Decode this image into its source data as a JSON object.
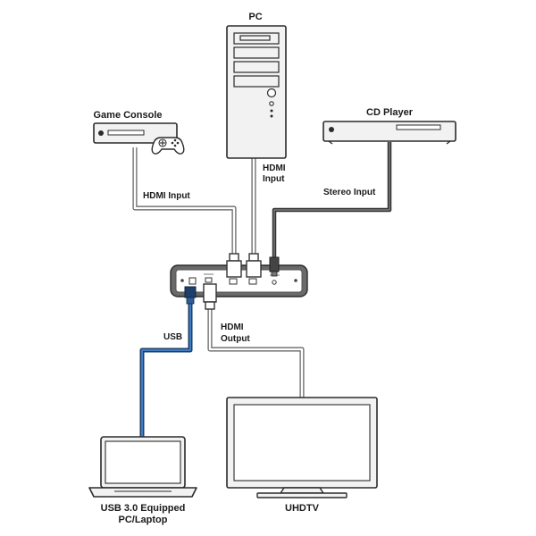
{
  "devices": {
    "pc": {
      "label": "PC"
    },
    "game_console": {
      "label": "Game Console"
    },
    "cd_player": {
      "label": "CD Player"
    },
    "laptop": {
      "label_line1": "USB 3.0 Equipped",
      "label_line2": "PC/Laptop"
    },
    "uhdtv": {
      "label": "UHDTV"
    }
  },
  "cables": {
    "hdmi_input_console": {
      "label": "HDMI Input"
    },
    "hdmi_input_pc": {
      "label_line1": "HDMI",
      "label_line2": "Input"
    },
    "stereo_input": {
      "label": "Stereo Input"
    },
    "usb": {
      "label": "USB"
    },
    "hdmi_output": {
      "label_line1": "HDMI",
      "label_line2": "Output"
    }
  },
  "colors": {
    "device_stroke": "#2b2b2b",
    "hdmi_cable": "#5a5a5a",
    "audio_cable": "#333333",
    "usb_cable": "#1d3f6a"
  }
}
